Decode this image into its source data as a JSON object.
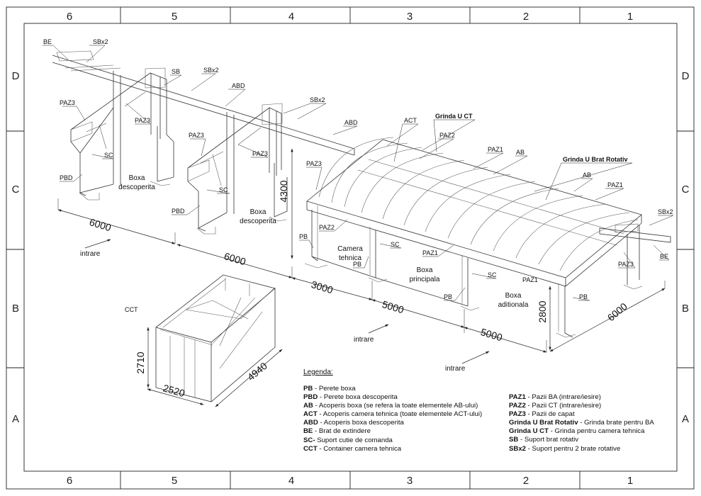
{
  "zones": {
    "columns": [
      "6",
      "5",
      "4",
      "3",
      "2",
      "1"
    ],
    "rows": [
      "D",
      "C",
      "B",
      "A"
    ]
  },
  "dimensions": {
    "d6000_left": "6000",
    "d4300": "4300",
    "d6000_mid": "6000",
    "d3000": "3000",
    "d5000_a": "5000",
    "d5000_b": "5000",
    "d2800": "2800",
    "d6000_right": "6000",
    "cct_2710": "2710",
    "cct_2520": "2520",
    "cct_4940": "4940"
  },
  "callouts": {
    "be_top": "BE",
    "sbx2_top": "SBx2",
    "sb": "SB",
    "sbx2_mid": "SBx2",
    "abd_1": "ABD",
    "sbx2_c": "SBx2",
    "abd_2": "ABD",
    "act": "ACT",
    "grinda_uct": "Grinda U CT",
    "paz2_top": "PAZ2",
    "paz1_top": "PAZ1",
    "ab_1": "AB",
    "grinda_ubr": "Grinda U Brat Rotativ",
    "ab_2": "AB",
    "paz1_right": "PAZ1",
    "sbx2_right": "SBx2",
    "be_right": "BE",
    "paz3_left1": "PAZ3",
    "paz3_left2": "PAZ3",
    "paz3_mid1": "PAZ3",
    "paz3_mid2": "PAZ3",
    "paz3_main": "PAZ3",
    "paz3_right": "PAZ3",
    "sc_1": "SC",
    "sc_2": "SC",
    "sc_3": "SC",
    "sc_4": "SC",
    "pbd_1": "PBD",
    "pbd_2": "PBD",
    "pb_1": "PB",
    "pb_2": "PB",
    "pb_3": "PB",
    "pb_4": "PB",
    "paz2_low": "PAZ2",
    "paz1_low": "PAZ1",
    "paz1_low2": "PAZ1",
    "cct": "CCT"
  },
  "areas": {
    "boxa_desc_1_a": "Boxa",
    "boxa_desc_1_b": "descoperita",
    "boxa_desc_2_a": "Boxa",
    "boxa_desc_2_b": "descoperita",
    "camera_a": "Camera",
    "camera_b": "tehnica",
    "boxa_princ_a": "Boxa",
    "boxa_princ_b": "principala",
    "boxa_adit_a": "Boxa",
    "boxa_adit_b": "aditionala",
    "intrare_1": "intrare",
    "intrare_2": "intrare",
    "intrare_3": "intrare"
  },
  "legend": {
    "title": "Legenda:",
    "left": [
      {
        "code": "PB",
        "text": " - Perete boxa"
      },
      {
        "code": "PBD",
        "text": " - Perete boxa descoperita"
      },
      {
        "code": "AB",
        "text": " - Acoperis boxa (se refera la toate elementele AB-ului)"
      },
      {
        "code": "ACT",
        "text": " - Acoperis camera tehnica (toate elementele ACT-ului)"
      },
      {
        "code": "ABD",
        "text": " - Acoperis boxa descoperita"
      },
      {
        "code": "BE",
        "text": " - Brat de extindere"
      },
      {
        "code": "SC-",
        "text": " Suport cutie de comanda"
      },
      {
        "code": "CCT",
        "text": " - Container camera tehnica"
      }
    ],
    "right": [
      {
        "code": "PAZ1",
        "text": " - Pazii BA (intrare/iesire)"
      },
      {
        "code": "PAZ2",
        "text": " - Pazii CT (intrare/iesire)"
      },
      {
        "code": "PAZ3",
        "text": " - Pazii de capat"
      },
      {
        "code": "Grinda U Brat Rotativ",
        "text": " - Grinda brate pentru BA"
      },
      {
        "code": "Grinda U CT",
        "text": " - Grinda pentru camera tehnica"
      },
      {
        "code": "SB",
        "text": " - Suport brat rotativ"
      },
      {
        "code": "SBx2",
        "text": " - Suport pentru 2 brate rotative"
      }
    ]
  }
}
